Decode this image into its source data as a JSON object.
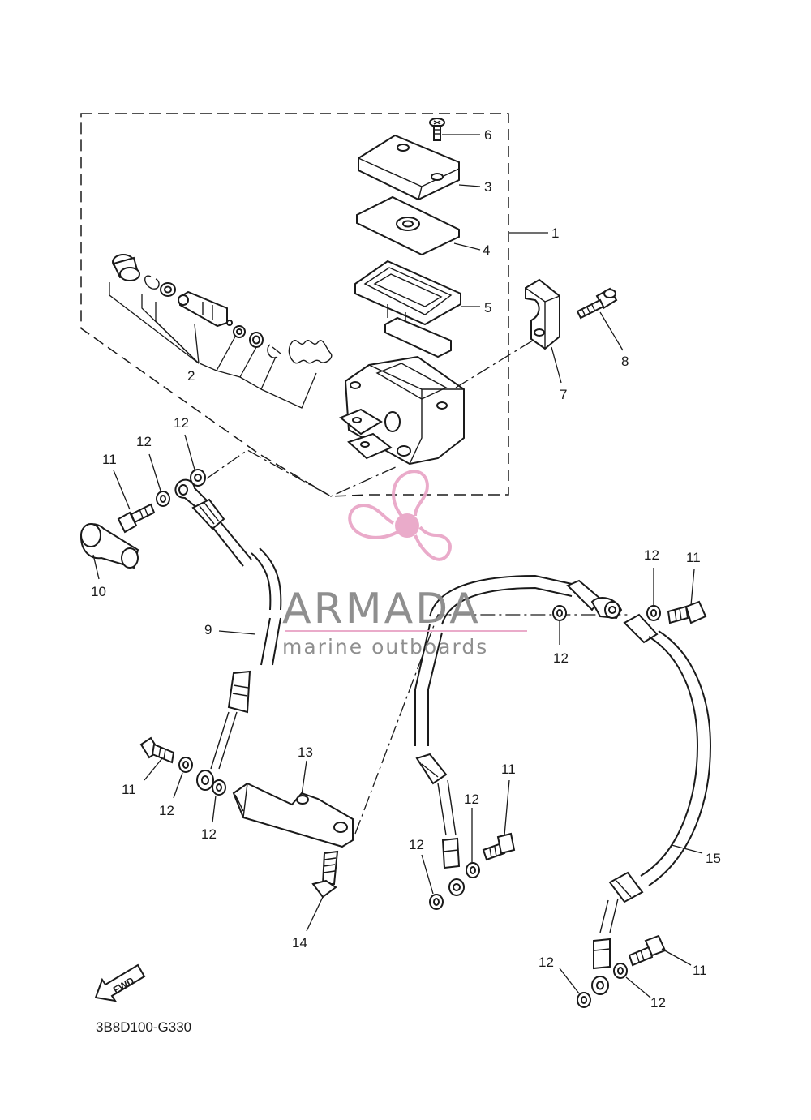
{
  "diagram_code": "3B8D100-G330",
  "fwd_label": "FWD",
  "watermark": {
    "brand": "ARMADA",
    "tagline": "marine outboards",
    "color": "#e9a7c8",
    "text_color": "#8a8a8a"
  },
  "callouts": {
    "c1": "1",
    "c2": "2",
    "c3": "3",
    "c4": "4",
    "c5": "5",
    "c6": "6",
    "c7": "7",
    "c8": "8",
    "c9": "9",
    "c10": "10",
    "c11a": "11",
    "c11b": "11",
    "c11c": "11",
    "c11d": "11",
    "c11e": "11",
    "c12a": "12",
    "c12b": "12",
    "c12c": "12",
    "c12d": "12",
    "c12e": "12",
    "c12f": "12",
    "c12g": "12",
    "c12h": "12",
    "c12i": "12",
    "c12j": "12",
    "c13": "13",
    "c14": "14",
    "c15": "15"
  },
  "icons": {
    "fwd": "arrow-fwd-icon",
    "logo": "propeller-logo-icon"
  }
}
